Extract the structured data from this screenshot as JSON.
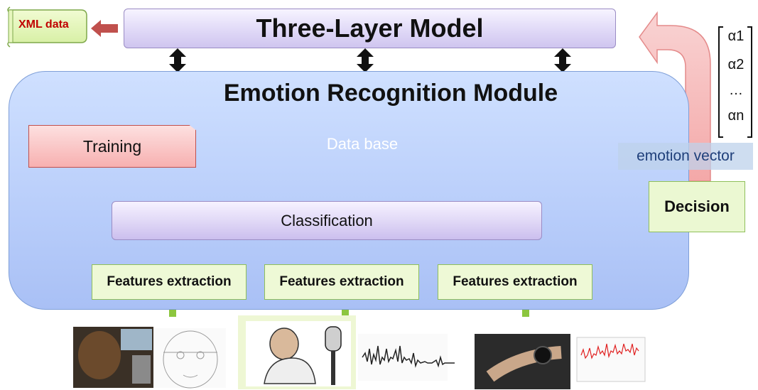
{
  "top_bar": {
    "title": "Three-Layer Model"
  },
  "xml": {
    "label": "XML data"
  },
  "module": {
    "title": "Emotion Recognition Module",
    "training": "Training",
    "database": "Data base",
    "classification": "Classification",
    "features": [
      "Features extraction",
      "Features extraction",
      "Features extraction"
    ],
    "decision": "Decision"
  },
  "vector": {
    "label": "emotion vector",
    "items": [
      "α1",
      "α2",
      "…",
      "αn"
    ]
  },
  "colors": {
    "purple_box": "#d9d0f5",
    "module_blue": "#b8cdfa",
    "green_box": "#eef9d6",
    "red_arrow": "#c0504d",
    "green_arrow": "#8cc63f",
    "text_red": "#c00000"
  }
}
